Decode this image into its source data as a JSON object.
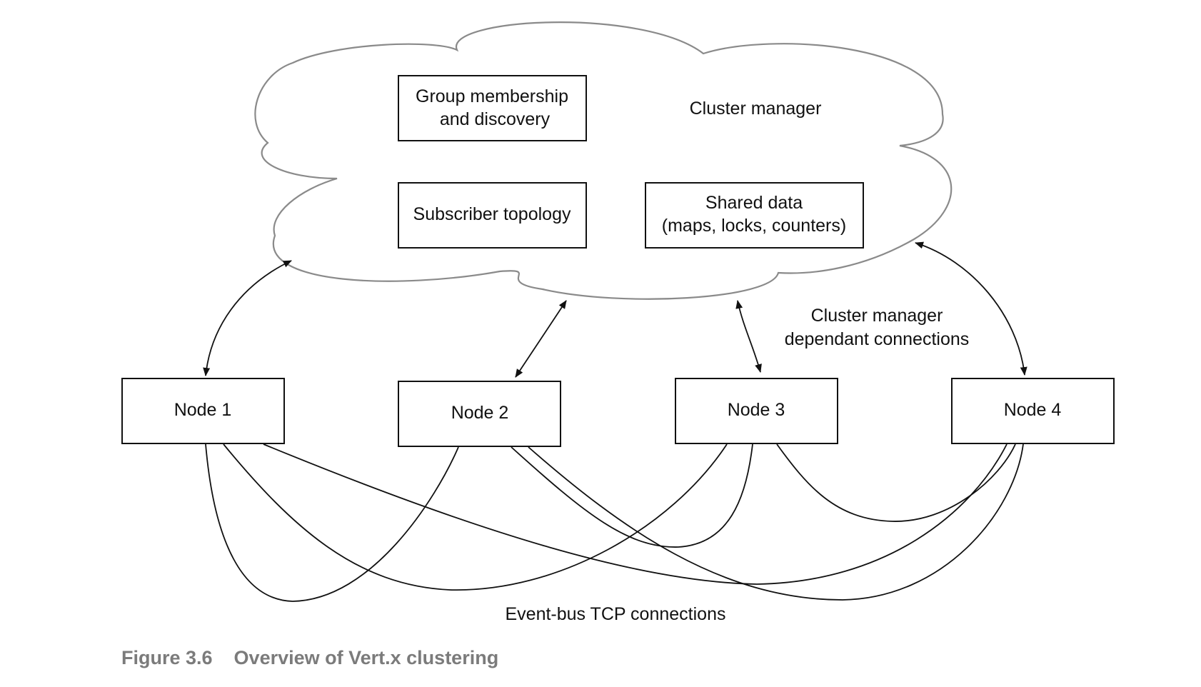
{
  "cloud": {
    "title": "Cluster manager",
    "boxes": {
      "group_membership": [
        "Group membership",
        "and discovery"
      ],
      "subscriber_topology": "Subscriber topology",
      "shared_data": [
        "Shared data",
        "(maps, locks, counters)"
      ]
    }
  },
  "nodes": [
    "Node 1",
    "Node 2",
    "Node 3",
    "Node 4"
  ],
  "labels": {
    "cluster_connections": [
      "Cluster manager",
      "dependant connections"
    ],
    "event_bus": "Event-bus TCP connections"
  },
  "figure": {
    "number": "Figure 3.6",
    "title": "Overview of Vert.x clustering"
  },
  "colors": {
    "cloud_outline": "#8a8a8a",
    "caption": "#7b7b7b",
    "line": "#111111"
  }
}
